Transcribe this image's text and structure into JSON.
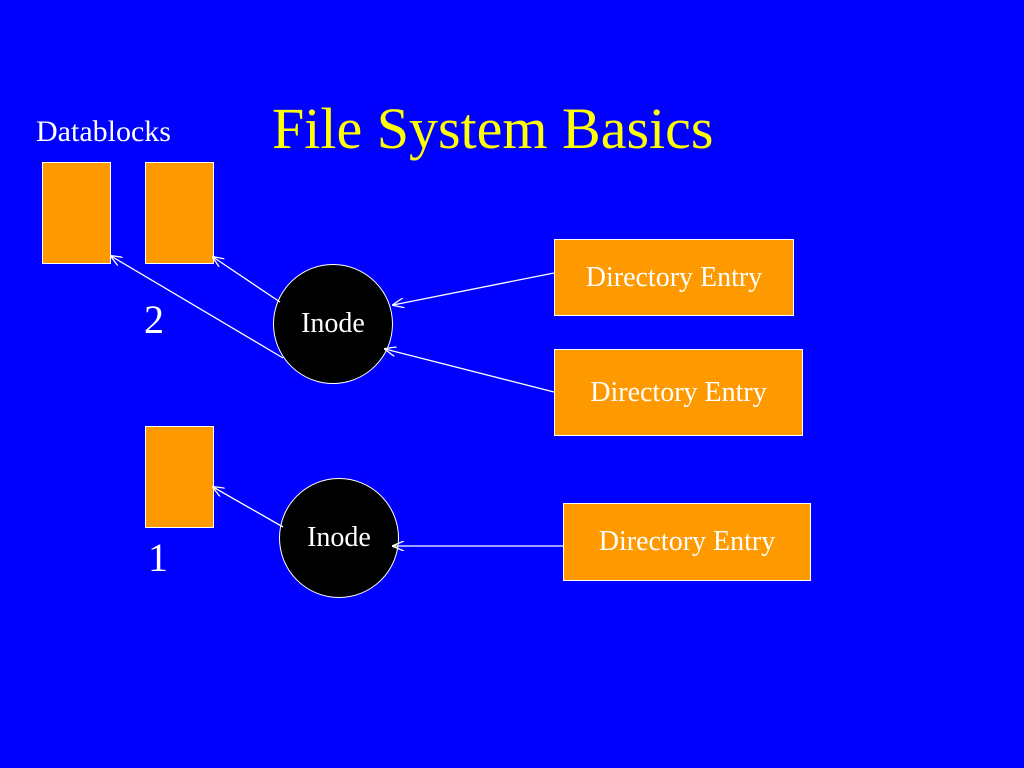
{
  "slide": {
    "title": "File System Basics",
    "datablocks_label": "Datablocks"
  },
  "groups": [
    {
      "count_label": "2",
      "inode_label": "Inode",
      "directory_entries": [
        "Directory Entry",
        "Directory Entry"
      ]
    },
    {
      "count_label": "1",
      "inode_label": "Inode",
      "directory_entries": [
        "Directory Entry"
      ]
    }
  ],
  "colors": {
    "background": "#0000ff",
    "title": "#ffff00",
    "block_fill": "#ff9900",
    "inode_fill": "#000000",
    "text": "#ffffff",
    "arrow": "#ffffff"
  }
}
